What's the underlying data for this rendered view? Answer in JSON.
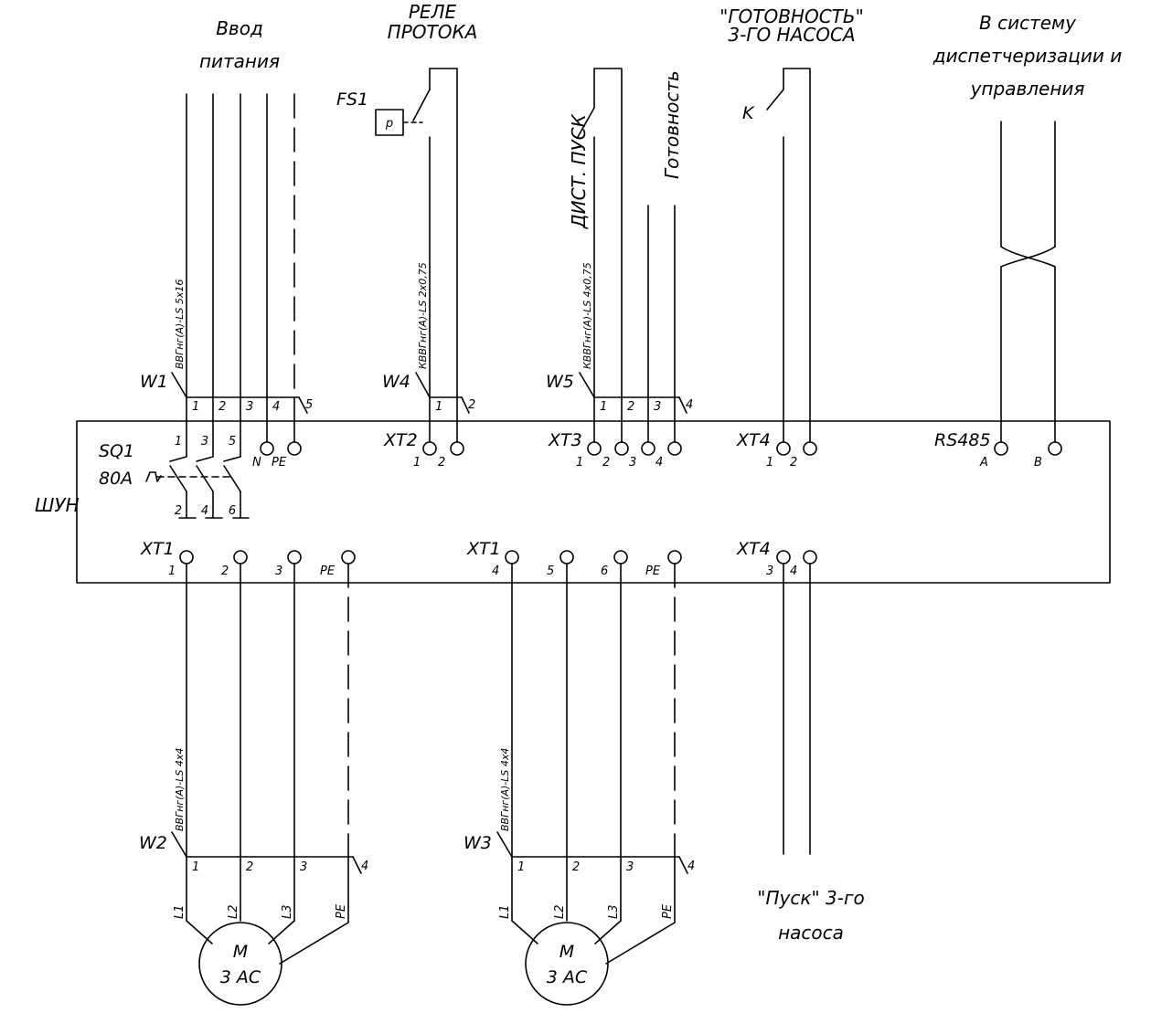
{
  "titles": {
    "power_input": [
      "Ввод",
      "питания"
    ],
    "flow_relay": [
      "РЕЛЕ",
      "ПРОТОКА"
    ],
    "ready3": [
      "\"ГОТОВНОСТЬ\"",
      "3-ГО НАСОСА"
    ],
    "dispatch": [
      "В систему",
      "диспетчеризации и",
      "управления"
    ],
    "start3": [
      "\"Пуск\" 3-го",
      "насоса"
    ],
    "remote_start": "ДИСТ. ПУСК",
    "readiness": "Готовность"
  },
  "panel": {
    "name": "ШУН"
  },
  "devices": {
    "fs1": "FS1",
    "pressure": "p",
    "k": "K",
    "sq1": "SQ1",
    "sq1_rating": "80A"
  },
  "cables": {
    "w1": {
      "ref": "W1",
      "type": "ВВГнг(A)-LS 5x16",
      "cores": [
        "1",
        "2",
        "3",
        "4",
        "5"
      ]
    },
    "w4": {
      "ref": "W4",
      "type": "КВВГнг(A)-LS 2x0,75",
      "cores": [
        "1",
        "2"
      ]
    },
    "w5": {
      "ref": "W5",
      "type": "КВВГнг(A)-LS 4x0,75",
      "cores": [
        "1",
        "2",
        "3",
        "4"
      ]
    },
    "w2": {
      "ref": "W2",
      "type": "ВВГнг(A)-LS 4x4",
      "cores": [
        "1",
        "2",
        "3",
        "4"
      ]
    },
    "w3": {
      "ref": "W3",
      "type": "ВВГнг(A)-LS 4x4",
      "cores": [
        "1",
        "2",
        "3",
        "4"
      ]
    }
  },
  "terminals": {
    "sq1_top": [
      "1",
      "3",
      "5"
    ],
    "sq1_bottom": [
      "2",
      "4",
      "6"
    ],
    "n": "N",
    "pe": "PE",
    "xt2": {
      "name": "XT2",
      "pins": [
        "1",
        "2"
      ]
    },
    "xt3": {
      "name": "XT3",
      "pins": [
        "1",
        "2",
        "3",
        "4"
      ]
    },
    "xt4_top": {
      "name": "XT4",
      "pins": [
        "1",
        "2"
      ]
    },
    "rs485": {
      "name": "RS485",
      "pins": [
        "A",
        "B"
      ]
    },
    "xt1_left": {
      "name": "XT1",
      "pins": [
        "1",
        "2",
        "3",
        "PE"
      ]
    },
    "xt1_right": {
      "name": "XT1",
      "pins": [
        "4",
        "5",
        "6",
        "PE"
      ]
    },
    "xt4_bottom": {
      "name": "XT4",
      "pins": [
        "3",
        "4"
      ]
    }
  },
  "motors": {
    "m1": {
      "symbol": "M",
      "type": "3 AC",
      "phases": [
        "L1",
        "L2",
        "L3",
        "PE"
      ]
    },
    "m2": {
      "symbol": "M",
      "type": "3 AC",
      "phases": [
        "L1",
        "L2",
        "L3",
        "PE"
      ]
    }
  }
}
